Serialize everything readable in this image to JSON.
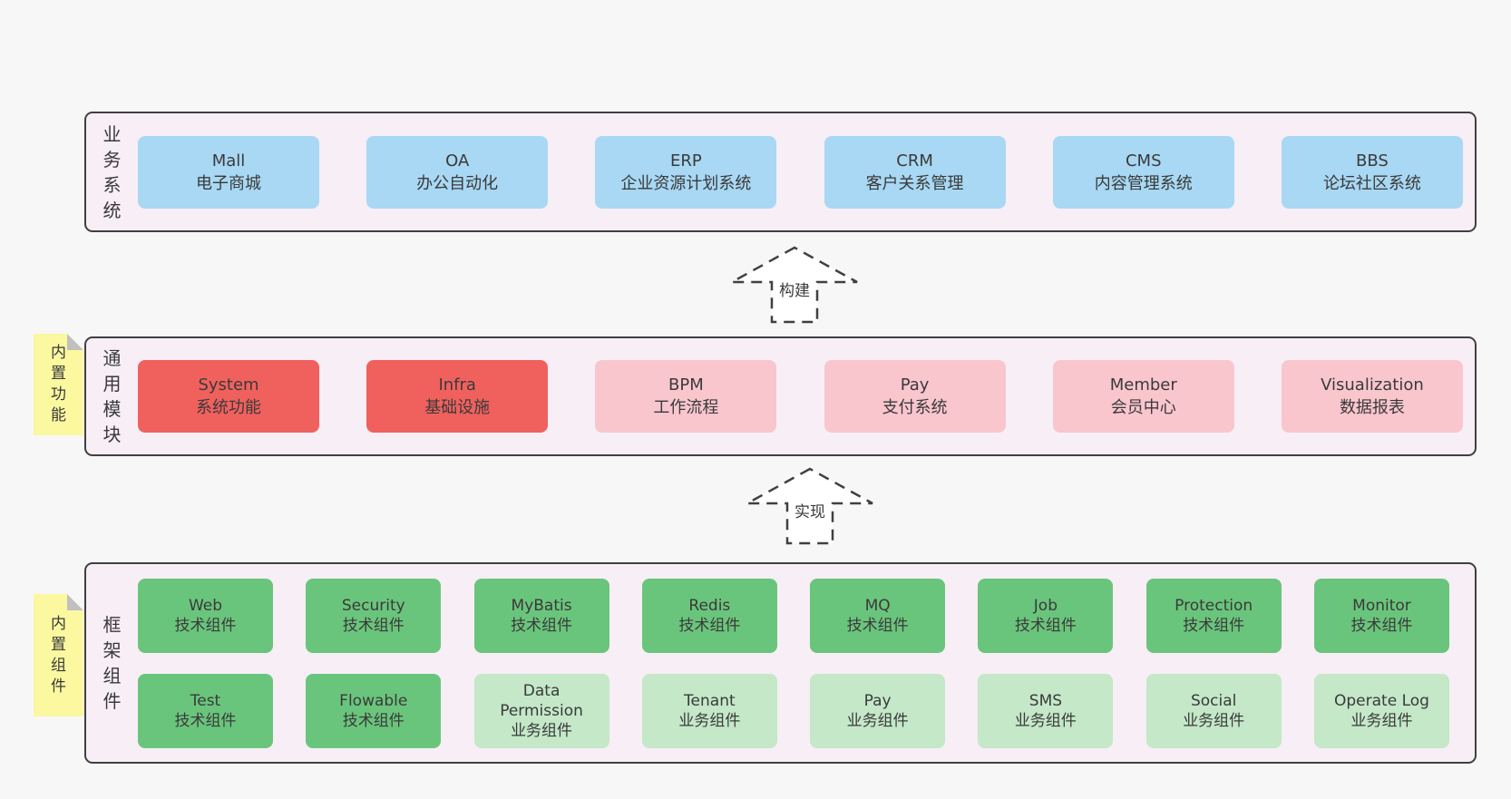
{
  "colors": {
    "page_bg": "#f7f7f7",
    "section_bg": "#f7eef6",
    "stroke": "#404040",
    "text": "#3a3a3a",
    "box_blue": "#a8d8f3",
    "box_red": "#f0615e",
    "box_pink": "#f9c6ce",
    "box_green": "#6ac57c",
    "box_green_light": "#c4e8c8",
    "note_yellow": "#fbf8a0",
    "note_fold": "#c0c0c0"
  },
  "arrows": [
    {
      "label": "构建"
    },
    {
      "label": "实现"
    }
  ],
  "sections": [
    {
      "label": "业务系统",
      "boxes": [
        {
          "en": "Mall",
          "zh": "电子商城"
        },
        {
          "en": "OA",
          "zh": "办公自动化"
        },
        {
          "en": "ERP",
          "zh": "企业资源计划系统"
        },
        {
          "en": "CRM",
          "zh": "客户关系管理"
        },
        {
          "en": "CMS",
          "zh": "内容管理系统"
        },
        {
          "en": "BBS",
          "zh": "论坛社区系统"
        }
      ]
    },
    {
      "label": "通用模块",
      "note": "内置功能",
      "boxes": [
        {
          "en": "System",
          "zh": "系统功能"
        },
        {
          "en": "Infra",
          "zh": "基础设施"
        },
        {
          "en": "BPM",
          "zh": "工作流程"
        },
        {
          "en": "Pay",
          "zh": "支付系统"
        },
        {
          "en": "Member",
          "zh": "会员中心"
        },
        {
          "en": "Visualization",
          "zh": "数据报表"
        }
      ]
    },
    {
      "label": "框架组件",
      "note": "内置组件",
      "rows": [
        [
          {
            "en": "Web",
            "zh": "技术组件"
          },
          {
            "en": "Security",
            "zh": "技术组件"
          },
          {
            "en": "MyBatis",
            "zh": "技术组件"
          },
          {
            "en": "Redis",
            "zh": "技术组件"
          },
          {
            "en": "MQ",
            "zh": "技术组件"
          },
          {
            "en": "Job",
            "zh": "技术组件"
          },
          {
            "en": "Protection",
            "zh": "技术组件"
          },
          {
            "en": "Monitor",
            "zh": "技术组件"
          }
        ],
        [
          {
            "en": "Test",
            "zh": "技术组件"
          },
          {
            "en": "Flowable",
            "zh": "技术组件"
          },
          {
            "en": "Data Permission",
            "zh": "业务组件"
          },
          {
            "en": "Tenant",
            "zh": "业务组件"
          },
          {
            "en": "Pay",
            "zh": "业务组件"
          },
          {
            "en": "SMS",
            "zh": "业务组件"
          },
          {
            "en": "Social",
            "zh": "业务组件"
          },
          {
            "en": "Operate Log",
            "zh": "业务组件"
          }
        ]
      ]
    }
  ]
}
